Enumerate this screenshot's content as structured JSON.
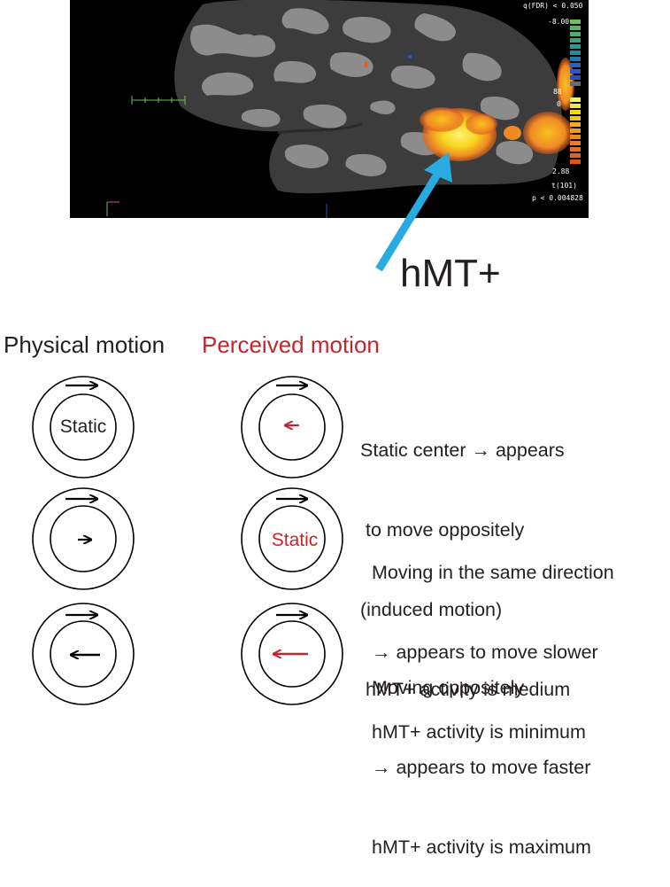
{
  "brain_figure": {
    "colorbar": {
      "top_label": "q(FDR) < 0.050",
      "neg_value": "-8.00",
      "mid_value_a": "88",
      "mid_value_b": "0",
      "pos_value": "2.88",
      "stat_label": "t(101)",
      "p_label": "p < 0.004828"
    },
    "region_label": "hMT+"
  },
  "columns": {
    "physical": "Physical motion",
    "perceived": "Perceived motion"
  },
  "rows": [
    {
      "physical_center": "Static",
      "perceived_center": "",
      "lines": [
        "Static center → appears",
        " to move oppositely",
        "(induced motion)",
        " hMT+ activity is medium"
      ]
    },
    {
      "physical_center": "",
      "perceived_center": "Static",
      "lines": [
        "Moving in the same direction",
        "→ appears to move slower",
        "hMT+ activity is minimum"
      ]
    },
    {
      "physical_center": "",
      "perceived_center": "",
      "lines": [
        "Moving oppositely",
        "→ appears to move faster",
        "hMT+ activity is maximum"
      ]
    }
  ],
  "colors": {
    "perceived_red": "#c1272d",
    "arrow_blue": "#29abe2",
    "activation_yellow": "#f7d71e",
    "activation_orange": "#f08a24"
  }
}
